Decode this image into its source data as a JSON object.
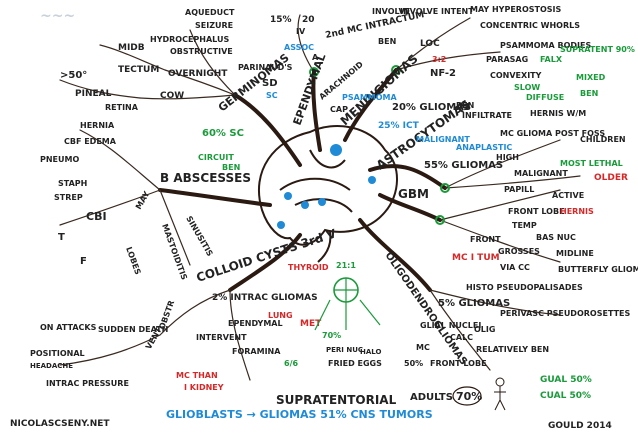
{
  "center": {
    "label": "SUPRATENTORIAL"
  },
  "branches": {
    "germinomas": {
      "title": "GERMINOMAS",
      "items": [
        "AQUEDUCT",
        "SEIZURE",
        "HYDROCEPHALUS",
        "OBSTRUCTIVE",
        "MIDB",
        "TECTUM",
        "OVERNIGHT",
        "PARINAUD'S",
        "SD",
        ">50°",
        "PINEAL",
        "RETINA",
        "COW",
        "60% SC",
        "CIRCUIT",
        "BEN",
        "SC"
      ]
    },
    "ependymal": {
      "title": "EPENDYMAL",
      "items": [
        "15%",
        "20",
        "IV",
        "ASSOC",
        "ARACHNOID",
        "CAP",
        "A"
      ]
    },
    "meningiomas": {
      "title": "MENINGIOMAS",
      "items": [
        "2nd MC INTRACTUM",
        "INVOLVE",
        "BEN",
        "PSAMMOMA"
      ]
    },
    "astrocytomas": {
      "title": "ASTROCYTOMAS",
      "items": [
        "INVOLVE INTENT",
        "MAY HYPEROSTOSIS",
        "CONCENTRIC WHORLS",
        "LOC",
        "PSAMMOMA BODIES",
        "PARASAG",
        "FALX",
        "SUPRATENT 90%",
        "CONVEXITY",
        "NF-2",
        "3:2",
        "DIFFUSE",
        "MIXED",
        "BEN",
        "INFILTRATE",
        "HERNIS W/M",
        "SLOW",
        "20% GLIOMAS",
        "BEN",
        "25% ICT",
        "MC GLIOMA POST FOSS",
        "CHILDREN",
        "MALIGNANT",
        "ANAPLASTIC"
      ]
    },
    "gbm": {
      "title": "GBM",
      "items": [
        "55% GLIOMAS",
        "HIGH",
        "MALIGNANT",
        "MOST LETHAL",
        "OLDER",
        "PAPILL",
        "ACTIVE",
        "FRONT LOBE",
        "HERNIS",
        "TEMP",
        "BAS NUC",
        "FRONT",
        "GROSSES",
        "MIDLINE",
        "VIA CC",
        "BUTTERFLY GLIOMA",
        "MC I TUM",
        "HISTO PSEUDOPALISADES"
      ]
    },
    "oligodendrogliomas": {
      "title": "OLIGODENDROGLIOMAS",
      "items": [
        "5% GLIOMAS",
        "GLIAL NUCLEI",
        "PERIVASC PSEUDOROSETTES",
        "OLIG",
        "CALC",
        "RELATIVELY BEN",
        "MC",
        "FRONT LOBE",
        "50%",
        "ADULTS",
        "70%"
      ]
    },
    "colloid": {
      "title": "COLLOID CYSTS 3rd V",
      "items": [
        "2% INTRAC GLIOMAS",
        "EPENDYMAL",
        "INTERVENT",
        "FORAMINA",
        "MC THAN",
        "I KIDNEY",
        "THYROID",
        "LUNG",
        "MET",
        "70%",
        "PERI NUC",
        "HALO",
        "FRIED EGGS",
        "6/6",
        "21:1",
        "OBSTR",
        "SUDDEN DEATH",
        "HEADACHE",
        "POSITIONAL",
        "ON ATTACKS",
        "INTRAC PRESSURE",
        "VENT"
      ]
    },
    "abscesses": {
      "title": "B ABSCESSES",
      "items": [
        "HERNIA",
        "CBF EDEMA",
        "PNEUMO",
        "STAPH",
        "STREP",
        "CBI",
        "T",
        "F",
        "LOBES",
        "MASTOIDITIS",
        "SINUSITIS",
        "MAY"
      ]
    }
  },
  "footer": {
    "left_credit": "NICOLASCSENY.NET",
    "gliomas_line": "GLIOBLASTS → GLIOMAS 51% CNS TUMORS",
    "gual": "GUAL 50%",
    "cual": "CUAL 50%",
    "signature": "GOULD 2014"
  },
  "colors": {
    "ink": "#2a1a12",
    "green": "#1a9a3a",
    "blue": "#1f8ad6",
    "red": "#d62828"
  }
}
